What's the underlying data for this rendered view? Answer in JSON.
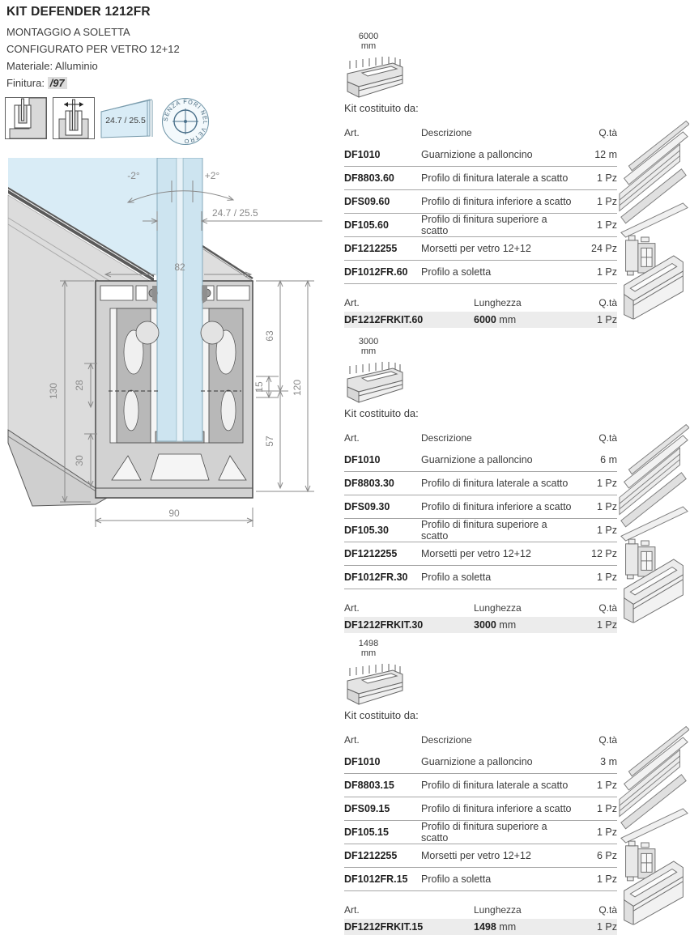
{
  "header": {
    "title": "KIT DEFENDER 1212FR",
    "line1": "MONTAGGIO A SOLETTA",
    "line2": "CONFIGURATO PER VETRO 12+12",
    "material_label": "Materiale:",
    "material_value": "Alluminio",
    "finish_label": "Finitura:",
    "finish_value": "/97"
  },
  "feature_icons": {
    "glass_thickness_label": "24.7 / 25.5",
    "badge_text": "SENZA FORI NEL VETRO"
  },
  "drawing": {
    "angle_neg": "-2°",
    "angle_pos": "+2°",
    "glass_thickness": "24.7 / 25.5",
    "top_width": "82",
    "height_left_total": "130",
    "inner_upper": "28",
    "inner_lower": "30",
    "right_upper": "63",
    "right_mid": "15",
    "right_lower": "57",
    "right_total": "120",
    "bottom_width": "90"
  },
  "colors": {
    "glass_blue": "#d9ecf6",
    "profile_gray": "#d2d2d2",
    "summary_row_bg": "#ececec",
    "finish_badge_bg": "#dcdcdc"
  },
  "kit_intro": "Kit costituito da:",
  "table_headers": {
    "art": "Art.",
    "desc": "Descrizione",
    "qty": "Q.tà"
  },
  "summary_headers": {
    "art": "Art.",
    "length": "Lunghezza",
    "qty": "Q.tà"
  },
  "sections": [
    {
      "length_label": "6000",
      "length_unit": "mm",
      "rows": [
        {
          "art": "DF1010",
          "desc": "Guarnizione a palloncino",
          "qty": "12 m"
        },
        {
          "art": "DF8803.60",
          "desc": "Profilo di finitura laterale a scatto",
          "qty": "1 Pz"
        },
        {
          "art": "DFS09.60",
          "desc": "Profilo di finitura inferiore a scatto",
          "qty": "1 Pz"
        },
        {
          "art": "DF105.60",
          "desc": "Profilo di finitura superiore a scatto",
          "qty": "1 Pz"
        },
        {
          "art": "DF1212255",
          "desc": "Morsetti per vetro 12+12",
          "qty": "24 Pz"
        },
        {
          "art": "DF1012FR.60",
          "desc": "Profilo a soletta",
          "qty": "1 Pz"
        }
      ],
      "summary": {
        "art": "DF1212FRKIT.60",
        "length_value": "6000",
        "length_unit": " mm",
        "qty": "1 Pz"
      }
    },
    {
      "length_label": "3000",
      "length_unit": "mm",
      "rows": [
        {
          "art": "DF1010",
          "desc": "Guarnizione a palloncino",
          "qty": "6 m"
        },
        {
          "art": "DF8803.30",
          "desc": "Profilo di finitura laterale a scatto",
          "qty": "1 Pz"
        },
        {
          "art": "DFS09.30",
          "desc": "Profilo di finitura inferiore a scatto",
          "qty": "1 Pz"
        },
        {
          "art": "DF105.30",
          "desc": "Profilo di finitura superiore a scatto",
          "qty": "1 Pz"
        },
        {
          "art": "DF1212255",
          "desc": "Morsetti per vetro 12+12",
          "qty": "12 Pz"
        },
        {
          "art": "DF1012FR.30",
          "desc": "Profilo a soletta",
          "qty": "1 Pz"
        }
      ],
      "summary": {
        "art": "DF1212FRKIT.30",
        "length_value": "3000",
        "length_unit": " mm",
        "qty": "1 Pz"
      }
    },
    {
      "length_label": "1498",
      "length_unit": "mm",
      "rows": [
        {
          "art": "DF1010",
          "desc": "Guarnizione a palloncino",
          "qty": "3 m"
        },
        {
          "art": "DF8803.15",
          "desc": "Profilo di finitura laterale a scatto",
          "qty": "1 Pz"
        },
        {
          "art": "DFS09.15",
          "desc": "Profilo di finitura inferiore a scatto",
          "qty": "1 Pz"
        },
        {
          "art": "DF105.15",
          "desc": "Profilo di finitura superiore a scatto",
          "qty": "1 Pz"
        },
        {
          "art": "DF1212255",
          "desc": "Morsetti per vetro 12+12",
          "qty": "6 Pz"
        },
        {
          "art": "DF1012FR.15",
          "desc": "Profilo a soletta",
          "qty": "1 Pz"
        }
      ],
      "summary": {
        "art": "DF1212FRKIT.15",
        "length_value": "1498",
        "length_unit": " mm",
        "qty": "1 Pz"
      }
    }
  ]
}
